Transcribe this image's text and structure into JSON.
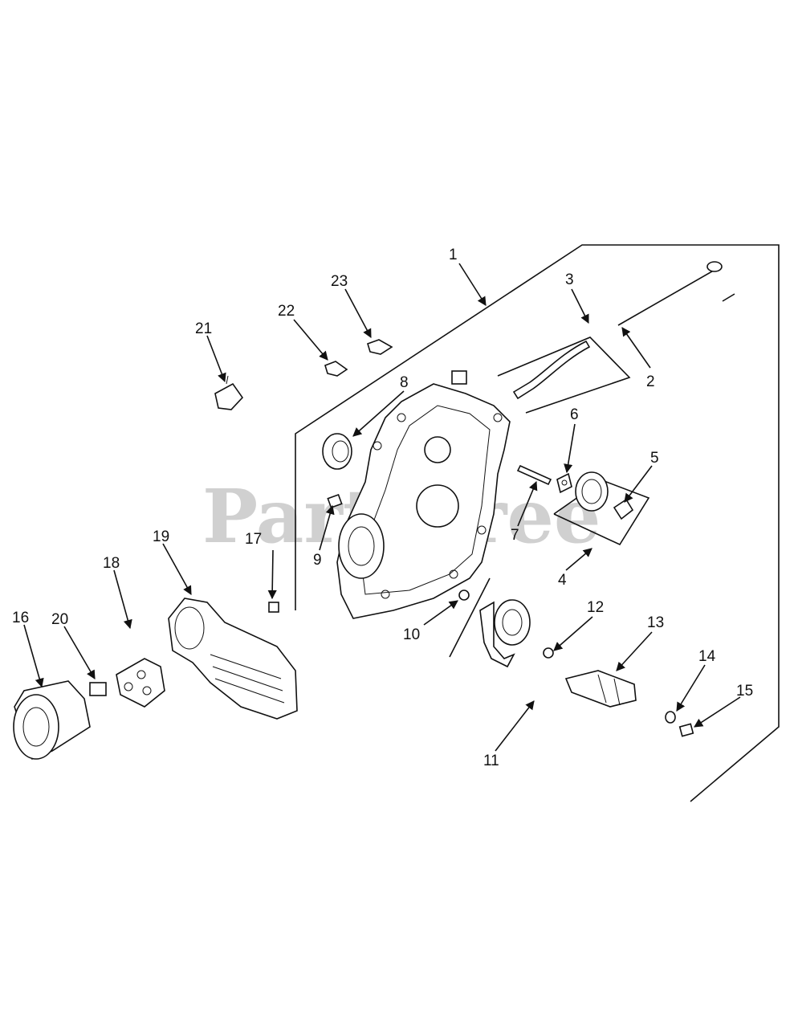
{
  "watermark": "PartsTree",
  "callouts": [
    "1",
    "2",
    "3",
    "4",
    "5",
    "6",
    "7",
    "8",
    "9",
    "10",
    "11",
    "12",
    "13",
    "14",
    "15",
    "16",
    "17",
    "18",
    "19",
    "20",
    "21",
    "22",
    "23"
  ]
}
